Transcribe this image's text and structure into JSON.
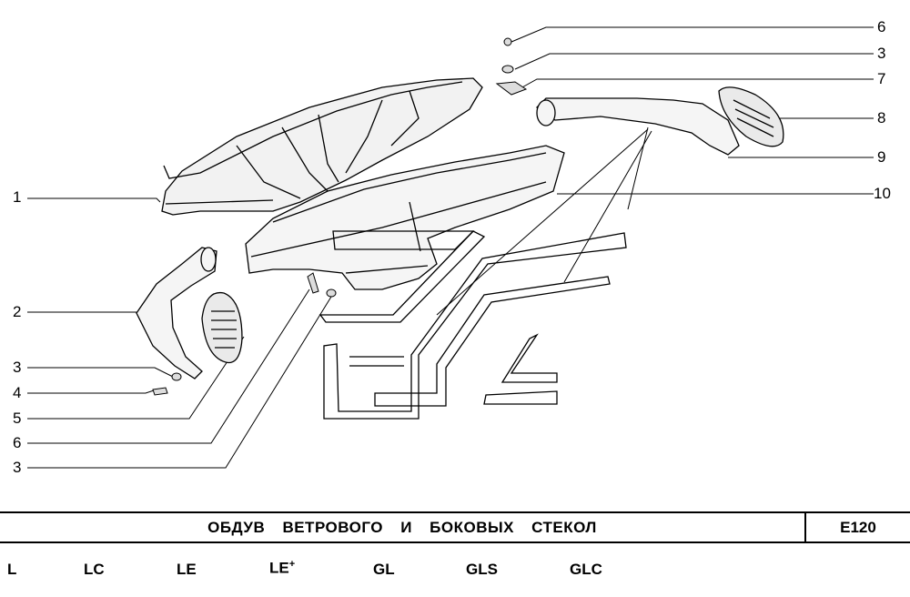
{
  "callouts": {
    "left": [
      {
        "label": "1"
      },
      {
        "label": "2"
      },
      {
        "label": "3"
      },
      {
        "label": "4"
      },
      {
        "label": "5"
      },
      {
        "label": "6"
      },
      {
        "label": "3"
      }
    ],
    "right": [
      {
        "label": "6"
      },
      {
        "label": "3"
      },
      {
        "label": "7"
      },
      {
        "label": "8"
      },
      {
        "label": "9"
      },
      {
        "label": "10"
      }
    ]
  },
  "title": "ОБДУВ ВЕТРОВОГО И БОКОВЫХ СТЕКОЛ",
  "code": "E120",
  "variants": [
    {
      "label": "L"
    },
    {
      "label": "LC"
    },
    {
      "label": "LE",
      "suffix": "+"
    },
    {
      "label": "LE"
    },
    {
      "label": "GL"
    },
    {
      "label": "GLS"
    },
    {
      "label": "GLC"
    }
  ]
}
